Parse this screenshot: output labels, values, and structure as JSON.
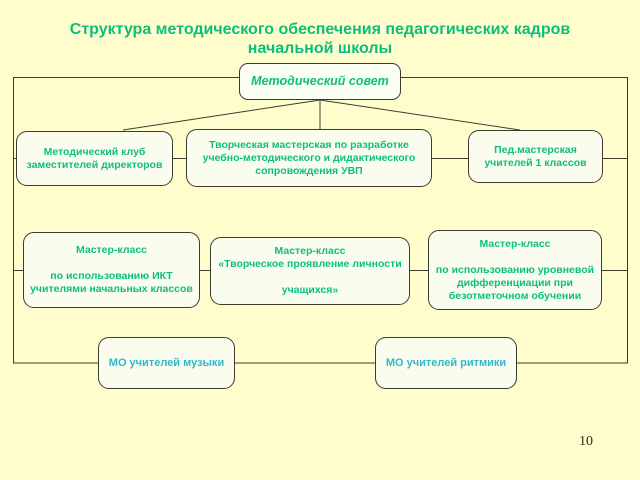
{
  "page": {
    "page_number": "10",
    "language": "ru"
  },
  "colors": {
    "slide_background": "#FEFDCB",
    "box_fill": "#FAFDEE",
    "box_border": "#3B3B33",
    "connector_line": "#3B3B33",
    "title_green": "#0CBE7C",
    "node_green": "#0DBE80",
    "node_cyan": "#2FB9CE",
    "page_number_color": "#2A2A24"
  },
  "title": {
    "text": "Структура методического обеспечения педагогических кадров начальной школы",
    "lines": [
      "Структура методического обеспечения педагогических кадров",
      "начальной школы"
    ]
  },
  "nodes": {
    "root": {
      "label": "Методический совет",
      "lines": [
        "Методический совет"
      ]
    },
    "club": {
      "label": "Методический клуб заместителей директоров",
      "lines": [
        "Методический клуб",
        "заместителей директоров"
      ]
    },
    "workshop": {
      "label": "Творческая мастерская по разработке учебно-методического и дидактического сопровождения УВП",
      "lines": [
        "Творческая мастерская  по разработке",
        "учебно-методического и дидактического",
        "сопровождения УВП"
      ]
    },
    "ped_workshop": {
      "label": "Пед.мастерская учителей 1 классов",
      "lines": [
        "Пед.мастерская",
        "учителей 1 классов"
      ]
    },
    "mk_ikt": {
      "label": "Мастер-класс по использованию ИКТ учителями начальных классов",
      "lines": [
        "Мастер-класс",
        "",
        "по использованию ИКТ",
        "учителями начальных классов"
      ]
    },
    "mk_creative": {
      "label": "Мастер-класс «Творческое проявление личности учащихся»",
      "lines": [
        "Мастер-класс",
        "«Творческое проявление личности",
        "",
        "учащихся»"
      ]
    },
    "mk_level": {
      "label": "Мастер-класс по использованию уровневой дифференциации при безотметочном обучении",
      "lines": [
        "Мастер-класс",
        "",
        "по использованию уровневой",
        "дифференциации при",
        "безотметочном обучении"
      ]
    },
    "mo_music": {
      "label": "МО учителей музыки",
      "lines": [
        "МО учителей музыки"
      ]
    },
    "mo_rhythm": {
      "label": "МО учителей ритмики",
      "lines": [
        "МО учителей ритмики"
      ]
    }
  }
}
